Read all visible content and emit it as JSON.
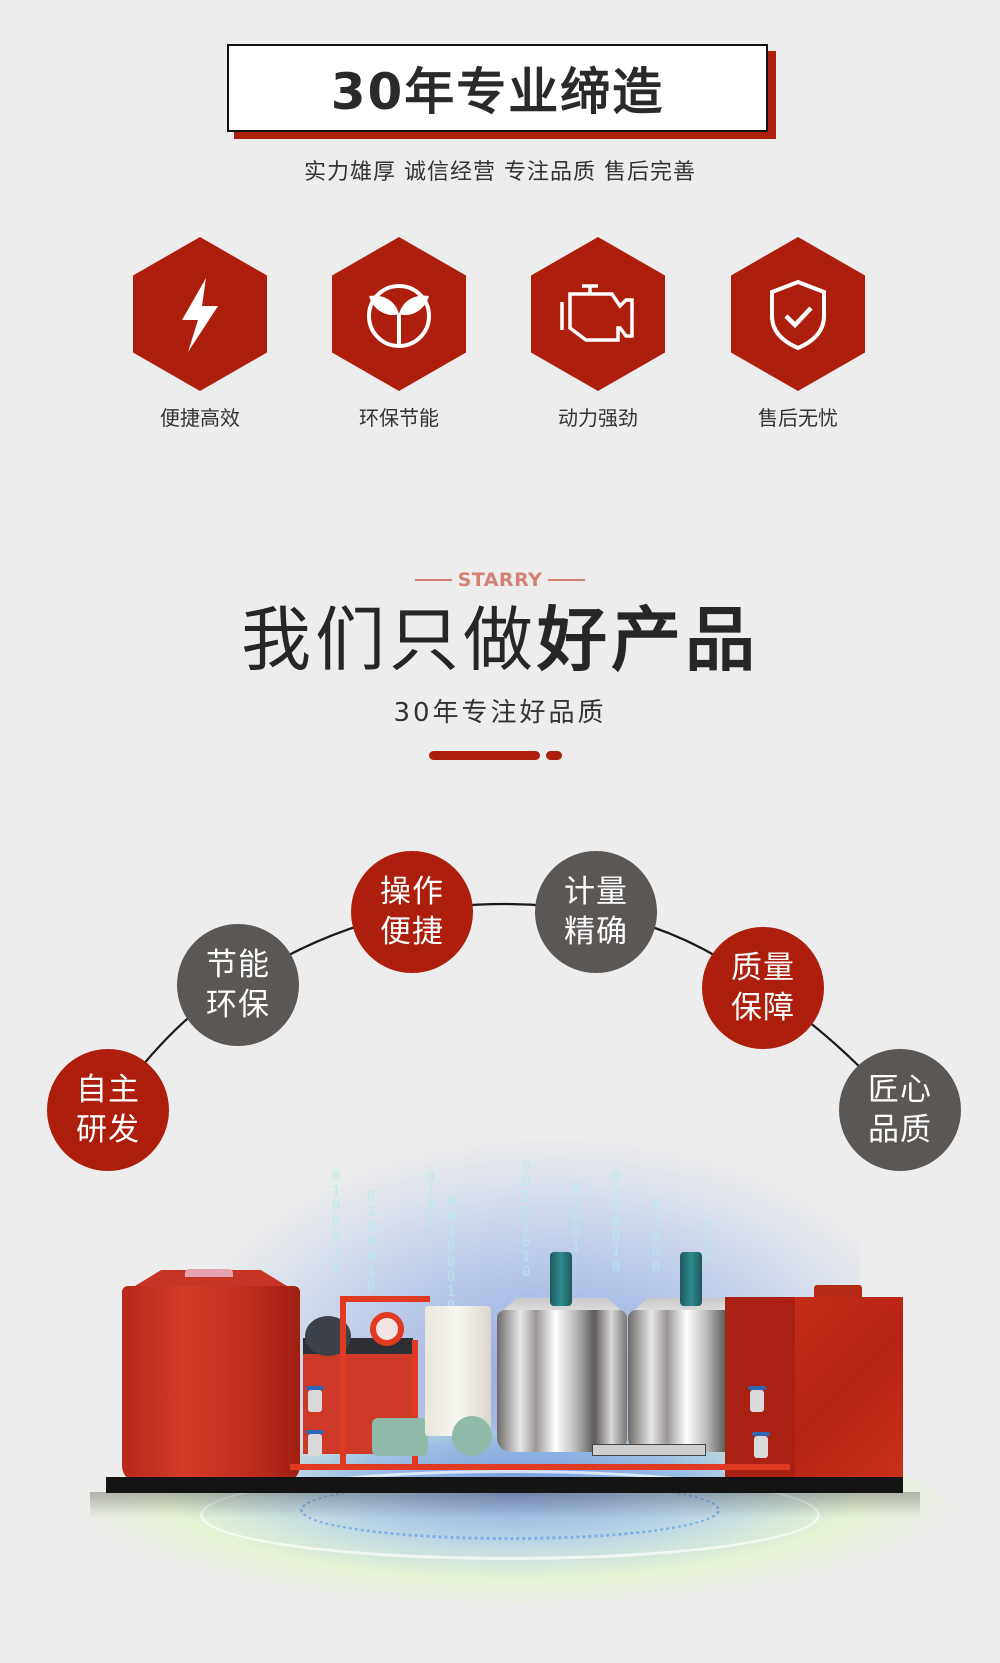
{
  "header": {
    "title": "30年专业缔造",
    "subtitle": "实力雄厚 诚信经营 专注品质 售后完善"
  },
  "features": [
    {
      "label": "便捷高效",
      "icon": "lightning-icon"
    },
    {
      "label": "环保节能",
      "icon": "sprout-icon"
    },
    {
      "label": "动力强劲",
      "icon": "engine-icon"
    },
    {
      "label": "售后无忧",
      "icon": "shield-check-icon"
    }
  ],
  "section": {
    "brand": "STARRY",
    "title_light": "我们只做",
    "title_bold": "好产品",
    "subtitle": "30年专注好品质"
  },
  "highlights": [
    {
      "line1": "自主",
      "line2": "研发",
      "style": "red"
    },
    {
      "line1": "节能",
      "line2": "环保",
      "style": "gray"
    },
    {
      "line1": "操作",
      "line2": "便捷",
      "style": "red"
    },
    {
      "line1": "计量",
      "line2": "精确",
      "style": "gray"
    },
    {
      "line1": "质量",
      "line2": "保障",
      "style": "red"
    },
    {
      "line1": "匠心",
      "line2": "品质",
      "style": "gray"
    }
  ],
  "colors": {
    "accent": "#ad1f0c",
    "gray_circle": "#5a5754",
    "brand_tag": "#d38275",
    "background": "#ededed"
  },
  "product_image": {
    "description": "emulsified asphalt equipment with red tanks, stainless mixing tanks on a black skid over a digital blue floor graphic"
  }
}
